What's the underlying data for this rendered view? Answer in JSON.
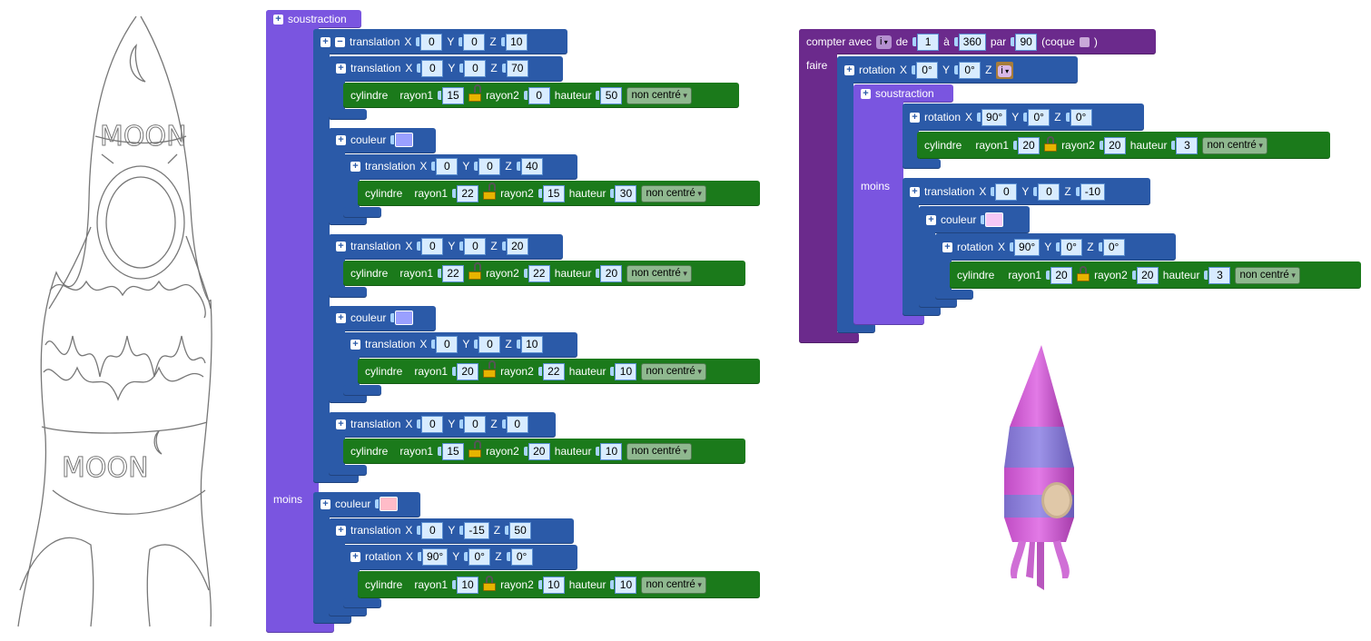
{
  "sketch": {
    "texts": [
      "MOON",
      "MOON"
    ]
  },
  "left_program": {
    "root_label": "soustraction",
    "moins_label": "moins",
    "blocks": [
      {
        "type": "translation",
        "x": "0",
        "y": "0",
        "z": "10"
      },
      {
        "type": "translation",
        "x": "0",
        "y": "0",
        "z": "70"
      },
      {
        "type": "cylindre",
        "rayon1": "15",
        "rayon2": "0",
        "hauteur": "50",
        "mode": "non centré"
      },
      {
        "type": "couleur",
        "color": "#9aa0ff"
      },
      {
        "type": "translation",
        "x": "0",
        "y": "0",
        "z": "40"
      },
      {
        "type": "cylindre",
        "rayon1": "22",
        "rayon2": "15",
        "hauteur": "30",
        "mode": "non centré"
      },
      {
        "type": "translation",
        "x": "0",
        "y": "0",
        "z": "20"
      },
      {
        "type": "cylindre",
        "rayon1": "22",
        "rayon2": "22",
        "hauteur": "20",
        "mode": "non centré"
      },
      {
        "type": "couleur",
        "color": "#9aa0ff"
      },
      {
        "type": "translation",
        "x": "0",
        "y": "0",
        "z": "10"
      },
      {
        "type": "cylindre",
        "rayon1": "20",
        "rayon2": "22",
        "hauteur": "10",
        "mode": "non centré"
      },
      {
        "type": "translation",
        "x": "0",
        "y": "0",
        "z": "0"
      },
      {
        "type": "cylindre",
        "rayon1": "15",
        "rayon2": "20",
        "hauteur": "10",
        "mode": "non centré"
      },
      {
        "type": "couleur",
        "color": "#ffbcc8"
      },
      {
        "type": "translation",
        "x": "0",
        "y": "-15",
        "z": "50"
      },
      {
        "type": "rotation",
        "x": "90°",
        "y": "0°",
        "z": "0°"
      },
      {
        "type": "cylindre",
        "rayon1": "10",
        "rayon2": "10",
        "hauteur": "10",
        "mode": "non centré"
      }
    ]
  },
  "right_program": {
    "loop": {
      "label": "compter avec",
      "var": "i",
      "de_label": "de",
      "from": "1",
      "a_label": "à",
      "to": "360",
      "par_label": "par",
      "step": "90",
      "coque_label": "(coque",
      "close": ")",
      "faire_label": "faire"
    },
    "rotation1": {
      "x": "0°",
      "y": "0°",
      "z_var": "i"
    },
    "soustraction_label": "soustraction",
    "moins_label": "moins",
    "rotation2": {
      "x": "90°",
      "y": "0°",
      "z": "0°"
    },
    "cyl1": {
      "rayon1": "20",
      "rayon2": "20",
      "hauteur": "3",
      "mode": "non centré"
    },
    "translation": {
      "x": "0",
      "y": "0",
      "z": "-10"
    },
    "couleur": {
      "color": "#f7c8f5"
    },
    "rotation3": {
      "x": "90°",
      "y": "0°",
      "z": "0°"
    },
    "cyl2": {
      "rayon1": "20",
      "rayon2": "20",
      "hauteur": "3",
      "mode": "non centré"
    }
  },
  "labels": {
    "translation": "translation",
    "rotation": "rotation",
    "couleur": "couleur",
    "cylindre": "cylindre",
    "x": "X",
    "y": "Y",
    "z": "Z",
    "rayon1": "rayon1",
    "rayon2": "rayon2",
    "hauteur": "hauteur"
  }
}
